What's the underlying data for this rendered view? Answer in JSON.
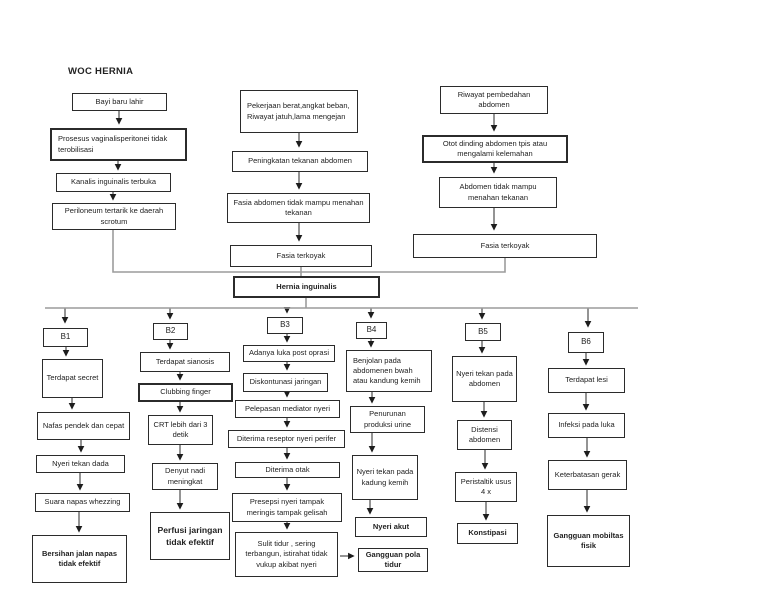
{
  "title": "WOC HERNIA",
  "diagnosis": "Hernia inguinalis",
  "colors": {
    "box_border": "#2b2b2b",
    "connector_gray": "#9c9c9c",
    "arrow_black": "#3d3d3d",
    "background": "#ffffff"
  },
  "causes": {
    "congenital": {
      "n1": "Bayi baru lahir",
      "n2": "Prosesus vaginalisperitonei tidak terobilisasi",
      "n3": "Kanalis inguinalis terbuka",
      "n4": "Periloneum tertarik ke daerah scrotum"
    },
    "acquired": {
      "n1": "Pekerjaan berat,angkat beban, Riwayat jatuh,lama mengejan",
      "n2": "Peningkatan tekanan abdomen",
      "n3": "Fasia abdomen tidak mampu menahan tekanan",
      "n4": "Fasia terkoyak"
    },
    "surgical": {
      "n1": "Riwayat pembedahan abdomen",
      "n2": "Otot dinding abdomen tpis atau mengalami kelemahan",
      "n3": "Abdomen tidak mampu menahan tekanan",
      "n4": "Fasia terkoyak"
    }
  },
  "branches": {
    "b1": {
      "label": "B1",
      "n1": "Terdapat secret",
      "n2": "Nafas pendek dan cepat",
      "n3": "Nyeri tekan dada",
      "n4": "Suara napas whezzing",
      "outcome": "Bersihan jalan napas tidak efektif"
    },
    "b2": {
      "label": "B2",
      "n1": "Terdapat sianosis",
      "n2": "Clubbing finger",
      "n3": "CRT lebih dari 3 detik",
      "n4": "Denyut nadi meningkat",
      "outcome": "Perfusi jaringan tidak efektif"
    },
    "b3": {
      "label": "B3",
      "n1": "Adanya luka post oprasi",
      "n2": "Diskontunasi jaringan",
      "n3": "Pelepasan mediator nyeri",
      "n4": "Diterima reseptor nyeri perifer",
      "n5": "Diterima otak",
      "n6": "Presepsi nyeri tampak meringis tampak gelisah",
      "n7": "Sulit tidur , sering terbangun, istirahat tidak vukup akibat nyeri"
    },
    "b4": {
      "label": "B4",
      "n1": "Benjolan pada abdomenen bwah atau kandung kemih",
      "n2": "Penurunan produksi urine",
      "n3": "Nyeri tekan pada kadung kemih",
      "outcome": "Nyeri akut",
      "outcome2": "Gangguan pola tidur"
    },
    "b5": {
      "label": "B5",
      "n1": "Nyeri tekan pada abdomen",
      "n2": "Distensi abdomen",
      "n3": "Peristaltik usus 4 x",
      "outcome": "Konstipasi"
    },
    "b6": {
      "label": "B6",
      "n1": "Terdapat lesi",
      "n2": "Infeksi pada luka",
      "n3": "Keterbatasan gerak",
      "outcome": "Gangguan mobiltas fisik"
    }
  }
}
